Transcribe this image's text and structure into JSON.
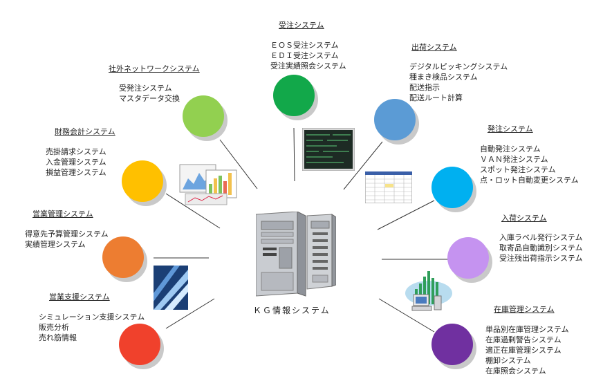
{
  "center": {
    "label": "ＫＧ情報システム"
  },
  "systems": {
    "order": {
      "title": "受注システム",
      "items": [
        "ＥＯＳ受注システム",
        "ＥＤＩ受注システム",
        "受注実績照会システム"
      ],
      "color": "#12a84a"
    },
    "shipping": {
      "title": "出荷システム",
      "items": [
        "デジタルピッキングシステム",
        "種まき検品システム",
        "配送指示",
        "配送ルート計算"
      ],
      "color": "#5b9bd5"
    },
    "network": {
      "title": "社外ネットワークシステム",
      "items": [
        "受発注システム",
        "マスタデータ交換"
      ],
      "color": "#92d050"
    },
    "accounting": {
      "title": "財務会計システム",
      "items": [
        "売掛請求システム",
        "入金管理システム",
        "損益管理システム"
      ],
      "color": "#ffc000"
    },
    "purchase": {
      "title": "発注システム",
      "items": [
        "自動発注システム",
        "ＶＡＮ発注システム",
        "スポット発注システム",
        "点・ロット自動変更システム"
      ],
      "color": "#00b0f0"
    },
    "sales_mgmt": {
      "title": "営業管理システム",
      "items": [
        "得意先予算管理システム",
        "実績管理システム"
      ],
      "color": "#ed7d31"
    },
    "receiving": {
      "title": "入荷システム",
      "items": [
        "入庫ラベル発行システム",
        "取寄品自動識別システム",
        "受注残出荷指示システム"
      ],
      "color": "#c593f0"
    },
    "sales_support": {
      "title": "営業支援システム",
      "items": [
        "シミュレーション支援システム",
        "販売分析",
        "売れ筋情報"
      ],
      "color": "#f0412c"
    },
    "inventory": {
      "title": "在庫管理システム",
      "items": [
        "単品別在庫管理システム",
        "在庫過剰警告システム",
        "適正在庫管理システム",
        "棚卸システム",
        "在庫照会システム"
      ],
      "color": "#7030a0"
    }
  }
}
